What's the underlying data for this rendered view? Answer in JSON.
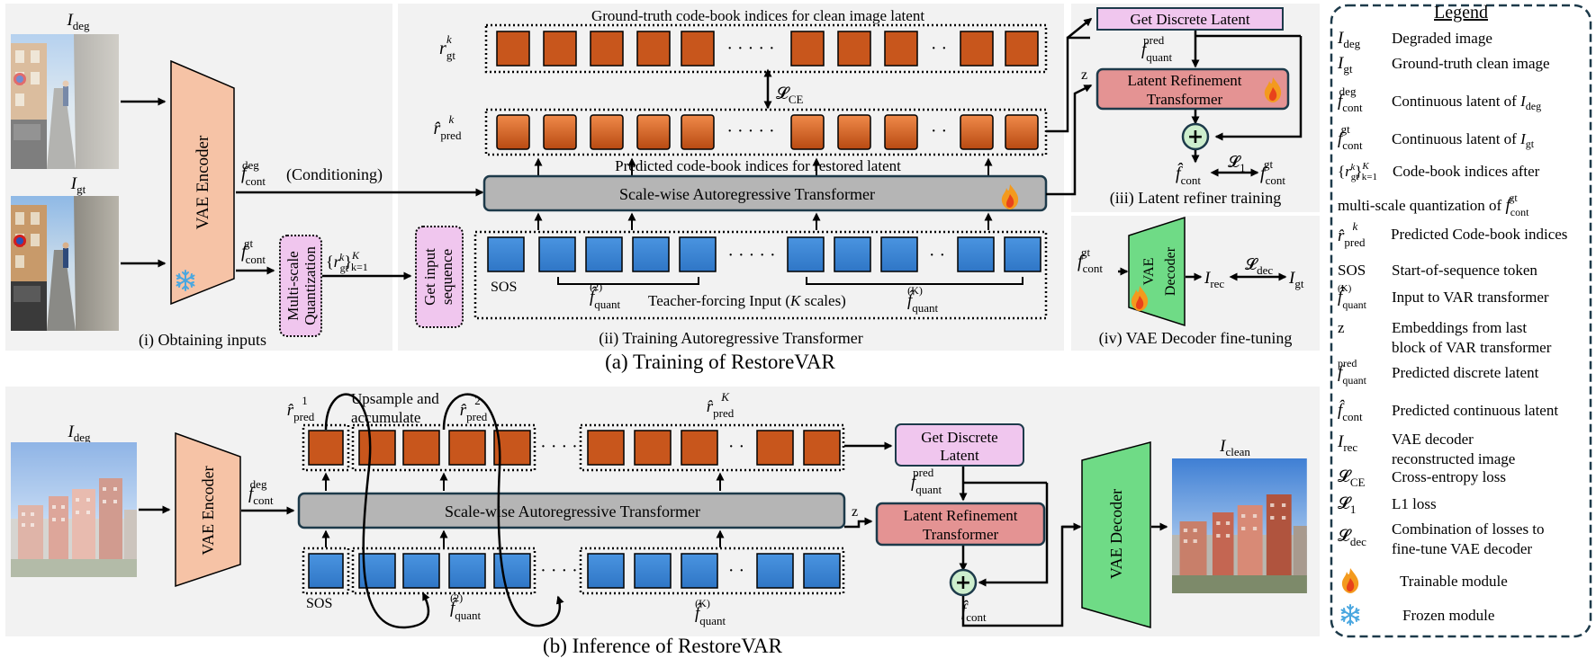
{
  "panels": {
    "a_title": "(a) Training of RestoreVAR",
    "b_title": "(b) Inference of RestoreVAR",
    "i_caption": "(i) Obtaining inputs",
    "ii_caption": "(ii) Training Autoregressive Transformer",
    "iii_caption": "(iii) Latent refiner training",
    "iv_caption": "(iv) VAE Decoder fine-tuning"
  },
  "symbols": {
    "I": "I",
    "deg": "deg",
    "gt": "gt",
    "rec": "rec",
    "clean": "clean",
    "f": "f",
    "f_hat": "f̂",
    "cont": "cont",
    "quant": "quant",
    "pred": "pred",
    "r": "r",
    "r_hat": "r̂",
    "k": "k",
    "K": "K",
    "sup2": "(2)",
    "supK": "(K)",
    "k_eq_1": "k=1",
    "lbrace": "{",
    "rbrace": "}",
    "L": "𝓛",
    "CE": "CE",
    "one": "1",
    "dec": "dec",
    "z": "z",
    "one_sup": "1",
    "two_sup": "2",
    "K_sup": "K"
  },
  "blocks": {
    "vae_encoder": "VAE Encoder",
    "vae_decoder": "VAE Decoder",
    "vae_decoder_split_1": "VAE",
    "vae_decoder_split_2": "Decoder",
    "msq_1": "Multi-scale",
    "msq_2": "Quantization",
    "gis_1": "Get input",
    "gis_2": "sequence",
    "sar": "Scale-wise Autoregressive Transformer",
    "gdl": "Get Discrete Latent",
    "gdl_1": "Get Discrete",
    "gdl_2": "Latent",
    "lrt_1": "Latent Refinement",
    "lrt_2": "Transformer",
    "plus": "+",
    "dots5": "· · · · ·",
    "dots2": "· ·",
    "dots_b": "· · · ·",
    "dots_b2": "· ·"
  },
  "labels": {
    "gt_indices": "Ground-truth code-book indices for clean image latent",
    "pred_indices": "Predicted code-book indices for restored latent",
    "conditioning": "(Conditioning)",
    "sos": "SOS",
    "teacher_forcing": "Teacher-forcing Input (",
    "teacher_forcing_K": "K",
    "teacher_forcing_end": " scales)",
    "upsample_1": "Upsample and",
    "upsample_2": "accumulate"
  },
  "legend": {
    "title": "Legend",
    "items": [
      {
        "desc": "Degraded image"
      },
      {
        "desc": "Ground-truth clean image"
      },
      {
        "desc": "Continuous latent of "
      },
      {
        "desc": "Continuous latent of "
      },
      {
        "desc": "Code-book indices after"
      },
      {
        "desc": "multi-scale quantization of "
      },
      {
        "desc": "Predicted Code-book indices"
      },
      {
        "sym": "SOS",
        "desc": "Start-of-sequence token"
      },
      {
        "desc": "Input to VAR transformer"
      },
      {
        "sym": "z",
        "desc": "Embeddings from last"
      },
      {
        "desc": "block of VAR transformer"
      },
      {
        "desc": "Predicted discrete latent"
      },
      {
        "desc": "Predicted continuous latent"
      },
      {
        "desc": "VAE decoder"
      },
      {
        "desc": "reconstructed image"
      },
      {
        "desc": "Cross-entropy loss"
      },
      {
        "desc": "L1 loss"
      },
      {
        "desc": "Combination of losses to"
      },
      {
        "desc": "fine-tune VAE decoder"
      },
      {
        "desc": "Trainable module"
      },
      {
        "desc": "Frozen module"
      }
    ]
  },
  "colors": {
    "orange_token": "#c8561c",
    "blue_token": "#3d87d6",
    "vae_enc": "#f6c3a6",
    "vae_dec": "#6fdb86",
    "pink": "#f0c6ee",
    "red_block": "#e49393",
    "gray": "#b5b5b5",
    "plus": "#cdeecd",
    "panel_bg": "#f2f2f2"
  },
  "icons": [
    "fire-icon",
    "snowflake-icon",
    "street-photo",
    "city-photo"
  ]
}
